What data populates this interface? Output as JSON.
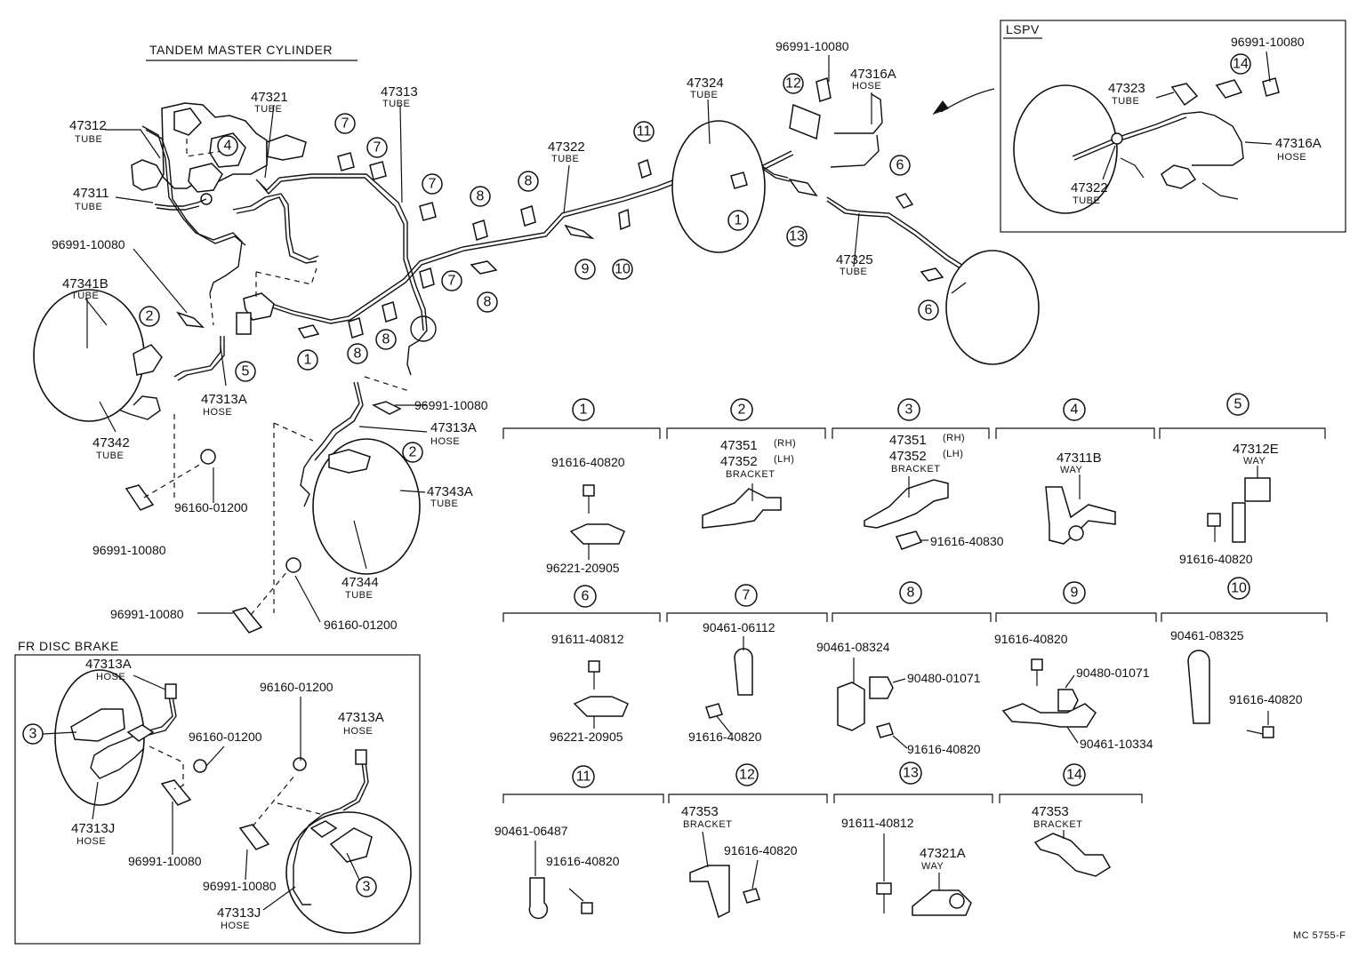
{
  "titles": {
    "master_cylinder": "TANDEM MASTER CYLINDER",
    "lspv": "LSPV",
    "fr_disc_brake": "FR DISC BRAKE",
    "drawing_code": "MC 5755-F"
  },
  "kinds": {
    "tube": "TUBE",
    "hose": "HOSE",
    "bracket": "BRACKET",
    "way": "WAY"
  },
  "rh": "(RH)",
  "lh": "(LH)",
  "main": {
    "p47312": "47312",
    "p47321": "47321",
    "p47313": "47313",
    "p47311": "47311",
    "p96991_a": "96991-10080",
    "p47341B": "47341B",
    "p47313A_a": "47313A",
    "p47342": "47342",
    "p96991_b": "96991-10080",
    "p47313A_b": "47313A",
    "p47343A": "47343A",
    "p47344": "47344",
    "p96160_a": "96160-01200",
    "p96991_c": "96991-10080",
    "p96991_d": "96991-10080",
    "p96160_b": "96160-01200",
    "p47322": "47322",
    "p47324": "47324",
    "p96991_e": "96991-10080",
    "p47316A": "47316A",
    "p47325": "47325"
  },
  "lspv": {
    "p96991": "96991-10080",
    "p47323": "47323",
    "p47316A": "47316A",
    "p47322": "47322"
  },
  "fr": {
    "p47313A_a": "47313A",
    "p47313J_a": "47313J",
    "p96160_a": "96160-01200",
    "p96991_a": "96991-10080",
    "p96160_b": "96160-01200",
    "p47313A_b": "47313A",
    "p96991_b": "96991-10080",
    "p47313J_b": "47313J"
  },
  "detail_groups": [
    {
      "ref": "1",
      "labels": [
        "91616-40820",
        "96221-20905"
      ]
    },
    {
      "ref": "2",
      "labels": [
        "47351",
        "47352"
      ]
    },
    {
      "ref": "3",
      "labels": [
        "47351",
        "47352",
        "91616-40830"
      ]
    },
    {
      "ref": "4",
      "labels": [
        "47311B"
      ]
    },
    {
      "ref": "5",
      "labels": [
        "47312E",
        "91616-40820"
      ]
    },
    {
      "ref": "6",
      "labels": [
        "91611-40812",
        "96221-20905"
      ]
    },
    {
      "ref": "7",
      "labels": [
        "90461-06112",
        "91616-40820"
      ]
    },
    {
      "ref": "8",
      "labels": [
        "90461-08324",
        "90480-01071",
        "91616-40820"
      ]
    },
    {
      "ref": "9",
      "labels": [
        "91616-40820",
        "90480-01071",
        "90461-10334"
      ]
    },
    {
      "ref": "10",
      "labels": [
        "90461-08325",
        "91616-40820"
      ]
    },
    {
      "ref": "11",
      "labels": [
        "90461-06487",
        "91616-40820"
      ]
    },
    {
      "ref": "12",
      "labels": [
        "47353",
        "91616-40820"
      ]
    },
    {
      "ref": "13",
      "labels": [
        "91611-40812",
        "47321A"
      ]
    },
    {
      "ref": "14",
      "labels": [
        "47353"
      ]
    }
  ],
  "main_callouts": [
    "7",
    "7",
    "7",
    "7",
    "8",
    "8",
    "8",
    "8",
    "8",
    "4",
    "2",
    "2",
    "1",
    "1",
    "5",
    "9",
    "10",
    "11",
    "12",
    "13",
    "6",
    "6"
  ]
}
